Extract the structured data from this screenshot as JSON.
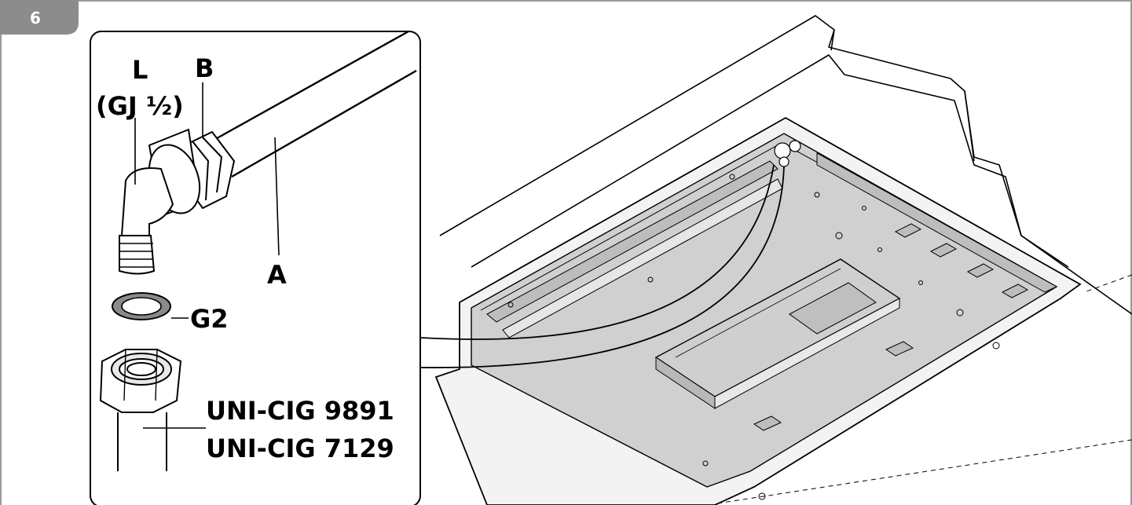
{
  "figure": {
    "step_number": "6",
    "labels": {
      "l": "L",
      "l_spec": "(GJ ½)",
      "b": "B",
      "a": "A",
      "g2": "G2",
      "standard_1": "UNI-CIG 9891",
      "standard_2": "UNI-CIG 7129"
    },
    "colors": {
      "line": "#000000",
      "panel_fill": "#c9c9c9",
      "badge": "#8c8c8c",
      "frame": "#9a9a9a"
    }
  }
}
